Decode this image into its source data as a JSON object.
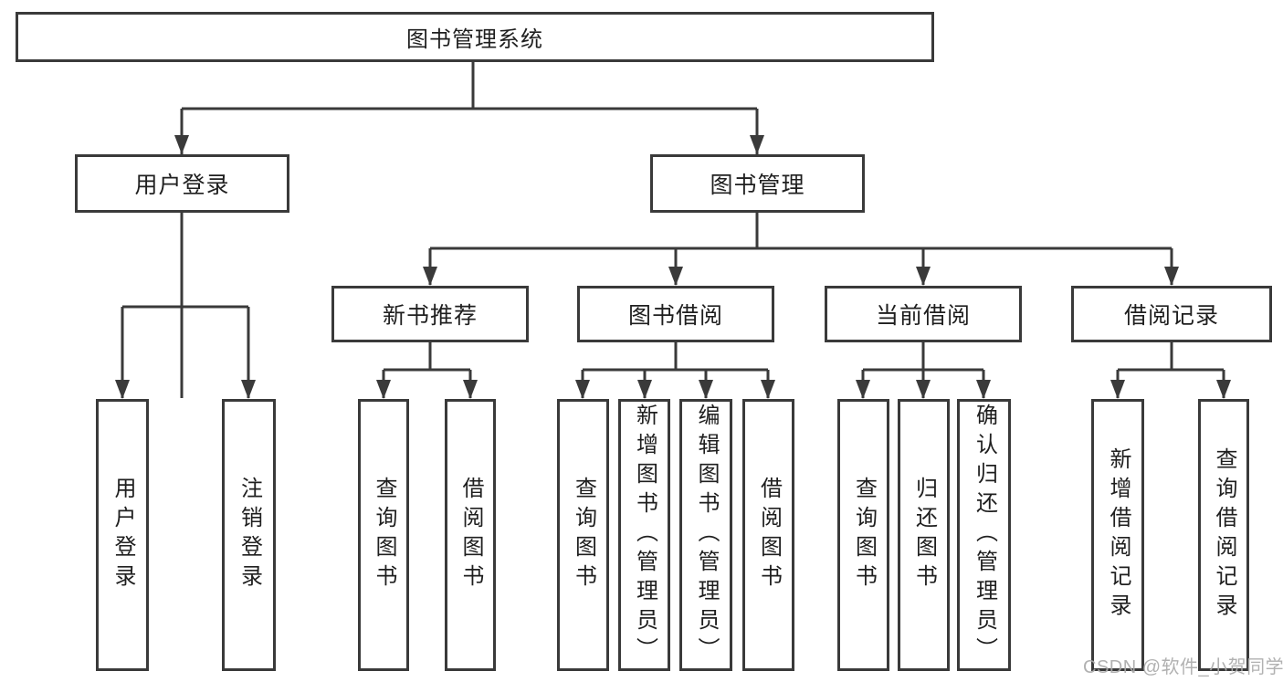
{
  "tree": {
    "label": "图书管理系统",
    "children": [
      {
        "label": "用户登录",
        "children": [
          {
            "label": "用户登录"
          },
          {
            "label": "注销登录"
          }
        ]
      },
      {
        "label": "图书管理",
        "children": [
          {
            "label": "新书推荐",
            "children": [
              {
                "label": "查询图书"
              },
              {
                "label": "借阅图书"
              }
            ]
          },
          {
            "label": "图书借阅",
            "children": [
              {
                "label": "查询图书"
              },
              {
                "label": "新增图书（管理员）"
              },
              {
                "label": "编辑图书（管理员）"
              },
              {
                "label": "借阅图书"
              }
            ]
          },
          {
            "label": "当前借阅",
            "children": [
              {
                "label": "查询图书"
              },
              {
                "label": "归还图书"
              },
              {
                "label": "确认归还（管理员）"
              }
            ]
          },
          {
            "label": "借阅记录",
            "children": [
              {
                "label": "新增借阅记录"
              },
              {
                "label": "查询借阅记录"
              }
            ]
          }
        ]
      }
    ]
  },
  "watermark": "CSDN @软件_小贺同学",
  "colors": {
    "line": "#3a3a3a",
    "text": "#1f1f1f",
    "watermark": "#aaaaaa",
    "background": "#ffffff"
  }
}
